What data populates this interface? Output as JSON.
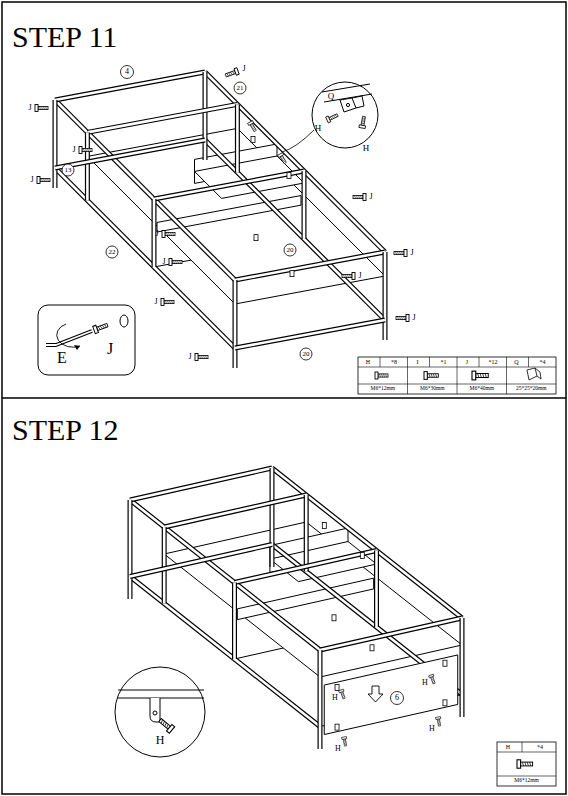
{
  "diagram": {
    "labels": [
      "STEP 11",
      "4",
      "J",
      "21",
      "J",
      "13",
      "J",
      "J",
      "J",
      "22",
      "J",
      "20",
      "J",
      "J",
      "J",
      "J",
      "J",
      "20",
      "J",
      "Q",
      "H",
      "H",
      "E",
      "J",
      "H",
      "*8",
      "M6*12mm",
      "I",
      "*1",
      "M6*30mm",
      "J",
      "*12",
      "M6*40mm",
      "Q",
      "*4",
      "25*25*20mm",
      "STEP 12",
      "H",
      "H",
      "6",
      "H",
      "H",
      "H",
      "H",
      "*4",
      "M6*12mm"
    ]
  }
}
